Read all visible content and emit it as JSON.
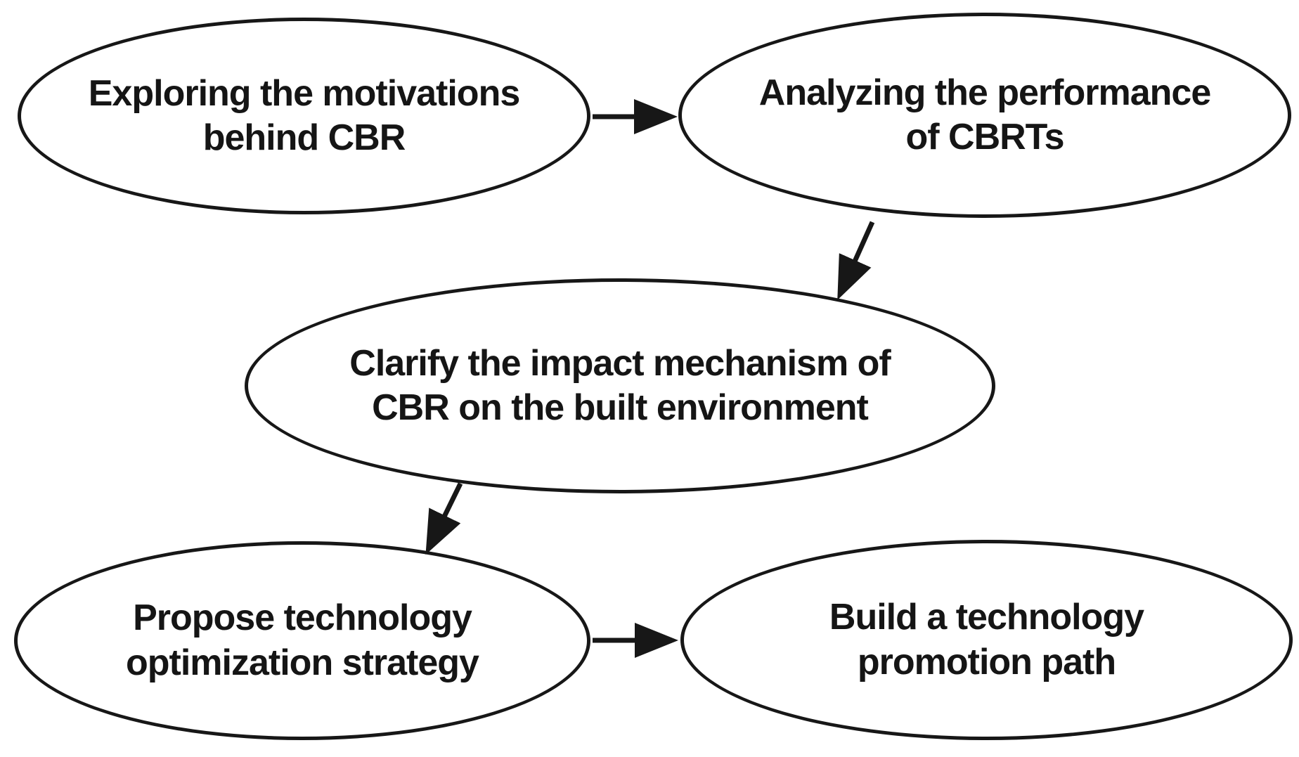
{
  "figure": {
    "type": "flowchart",
    "background_color": "#ffffff",
    "stroke_color": "#171717",
    "text_color": "#151515",
    "nodes": [
      {
        "id": "exploring-motivations",
        "shape": "ellipse",
        "lines": [
          "Exploring the motivations",
          "behind CBR"
        ]
      },
      {
        "id": "analyzing-performance",
        "shape": "ellipse",
        "lines": [
          "Analyzing the performance",
          "of CBRTs"
        ]
      },
      {
        "id": "impact-mechanism",
        "shape": "ellipse",
        "lines": [
          "Clarify the impact mechanism of",
          "CBR on the built environment"
        ]
      },
      {
        "id": "optimization-strategy",
        "shape": "ellipse",
        "lines": [
          "Propose technology",
          "optimization strategy"
        ]
      },
      {
        "id": "promotion-path",
        "shape": "ellipse",
        "lines": [
          "Build a technology",
          "promotion path"
        ]
      }
    ],
    "edges": [
      {
        "from": "exploring-motivations",
        "to": "analyzing-performance",
        "direction": "right"
      },
      {
        "from": "analyzing-performance",
        "to": "impact-mechanism",
        "direction": "down-left"
      },
      {
        "from": "impact-mechanism",
        "to": "optimization-strategy",
        "direction": "down-left"
      },
      {
        "from": "optimization-strategy",
        "to": "promotion-path",
        "direction": "right"
      }
    ]
  }
}
